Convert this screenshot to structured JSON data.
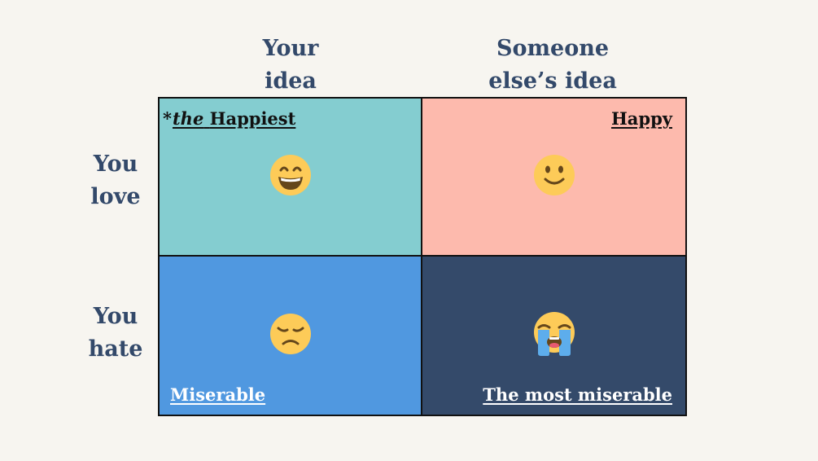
{
  "columns": {
    "left": {
      "line1": "Your",
      "line2": "idea"
    },
    "right": {
      "line1": "Someone",
      "line2": "else’s idea"
    }
  },
  "rows": {
    "top": {
      "line1": "You",
      "line2": "love"
    },
    "bottom": {
      "line1": "You",
      "line2": "hate"
    }
  },
  "quadrants": {
    "top_left": {
      "prefix": "*",
      "emphasis": "the",
      "label": "Happiest",
      "face": "grinning-smiling-eyes-icon",
      "color": "#84cdd0"
    },
    "top_right": {
      "label": "Happy",
      "face": "slightly-smiling-icon",
      "color": "#fdbaad"
    },
    "bottom_left": {
      "label": "Miserable",
      "face": "unamused-icon",
      "color": "#5098e0"
    },
    "bottom_right": {
      "label": "The most miserable",
      "face": "loudly-crying-icon",
      "color": "#344a6a"
    }
  },
  "colors": {
    "background": "#f7f5f0",
    "header_text": "#33496a",
    "emoji_yellow": "#fdcb58"
  }
}
